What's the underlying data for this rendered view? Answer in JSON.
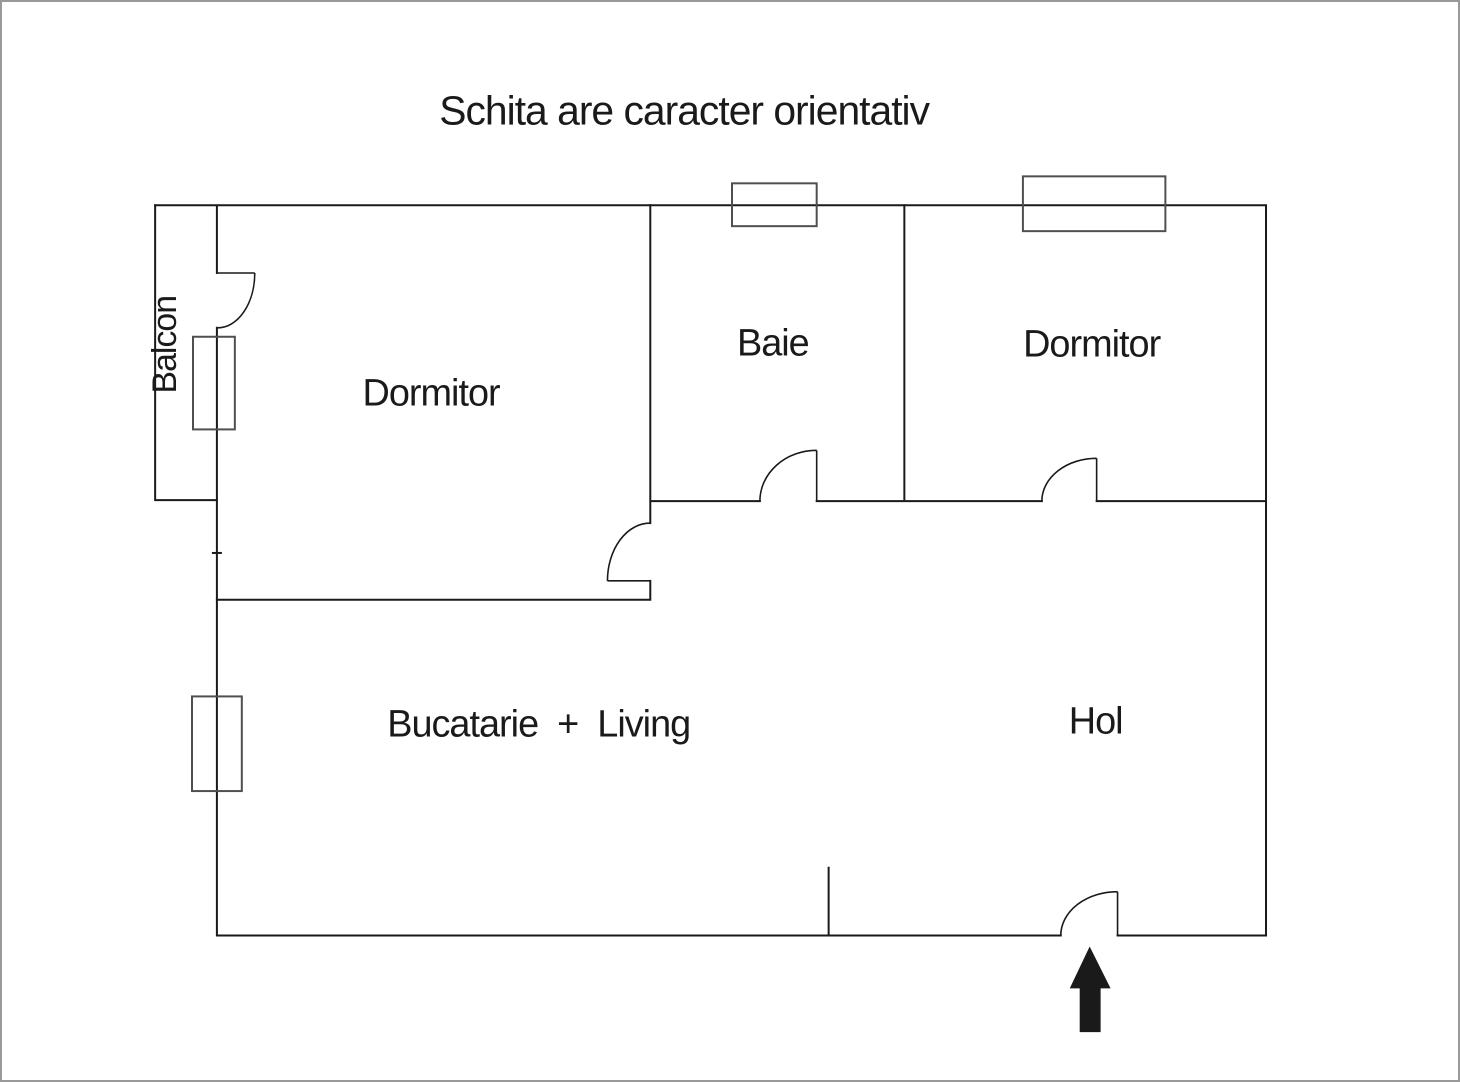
{
  "title": "Schita are caracter orientativ",
  "rooms": {
    "balcon": {
      "label": "Balcon"
    },
    "dormitor_left": {
      "label": "Dormitor"
    },
    "baie": {
      "label": "Baie"
    },
    "dormitor_right": {
      "label": "Dormitor"
    },
    "bucatarie_living": {
      "label": "Bucatarie  +  Living"
    },
    "hol": {
      "label": "Hol"
    }
  },
  "entrance": {
    "arrow_icon": "up-arrow"
  },
  "colors": {
    "wall": "#1a1a1a",
    "window_outline": "#4f4f4f",
    "text": "#1a1a1a",
    "frame_border": "#999999",
    "background": "#ffffff",
    "arrow": "#1a1a1a"
  }
}
